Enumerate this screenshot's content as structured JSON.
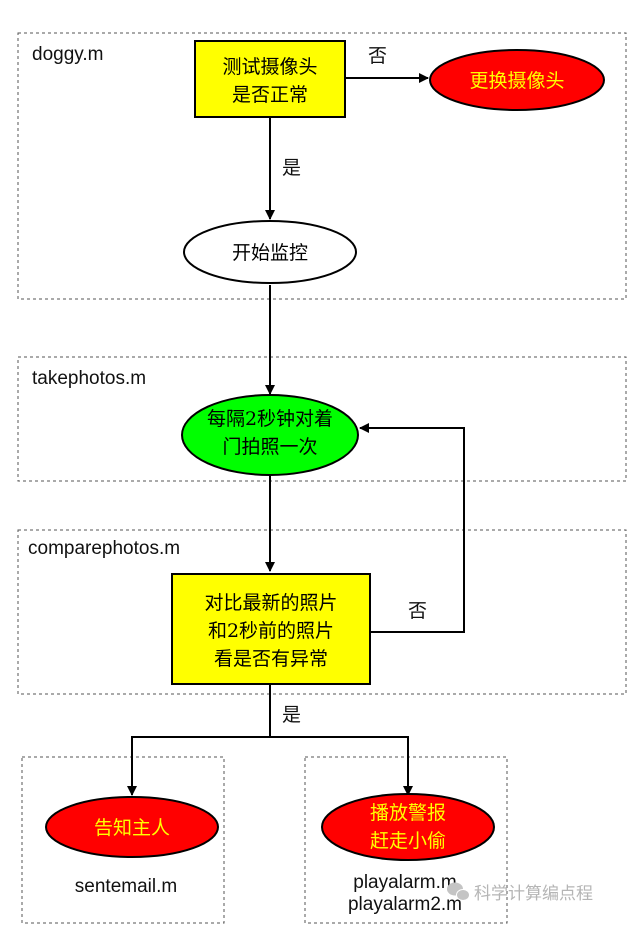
{
  "modules": {
    "doggy": "doggy.m",
    "takephotos": "takephotos.m",
    "comparephotos": "comparephotos.m",
    "sentemail": "sentemail.m",
    "playalarm_1": "playalarm.m",
    "playalarm_2": "playalarm2.m"
  },
  "nodes": {
    "test_camera": {
      "lines": [
        "测试摄像头",
        "是否正常"
      ],
      "color": "#ffff00"
    },
    "replace_camera": {
      "text": "更换摄像头",
      "color": "#ff0000",
      "text_color": "#ffff00"
    },
    "start_monitor": {
      "text": "开始监控",
      "color": "#ffffff"
    },
    "take_photo": {
      "lines": [
        "每隔2秒钟对着",
        "门拍照一次"
      ],
      "color": "#00ff00"
    },
    "compare": {
      "lines": [
        "对比最新的照片",
        "和2秒前的照片",
        "看是否有异常"
      ],
      "color": "#ffff00"
    },
    "notify_owner": {
      "text": "告知主人",
      "color": "#ff0000",
      "text_color": "#ffff00"
    },
    "alarm": {
      "lines": [
        "播放警报",
        "赶走小偷"
      ],
      "color": "#ff0000",
      "text_color": "#ffff00"
    }
  },
  "edges": {
    "camera_no": "否",
    "camera_yes": "是",
    "compare_no": "否",
    "compare_yes": "是"
  },
  "watermark": {
    "icon": "wechat-icon",
    "text": "科学计算编点程"
  }
}
